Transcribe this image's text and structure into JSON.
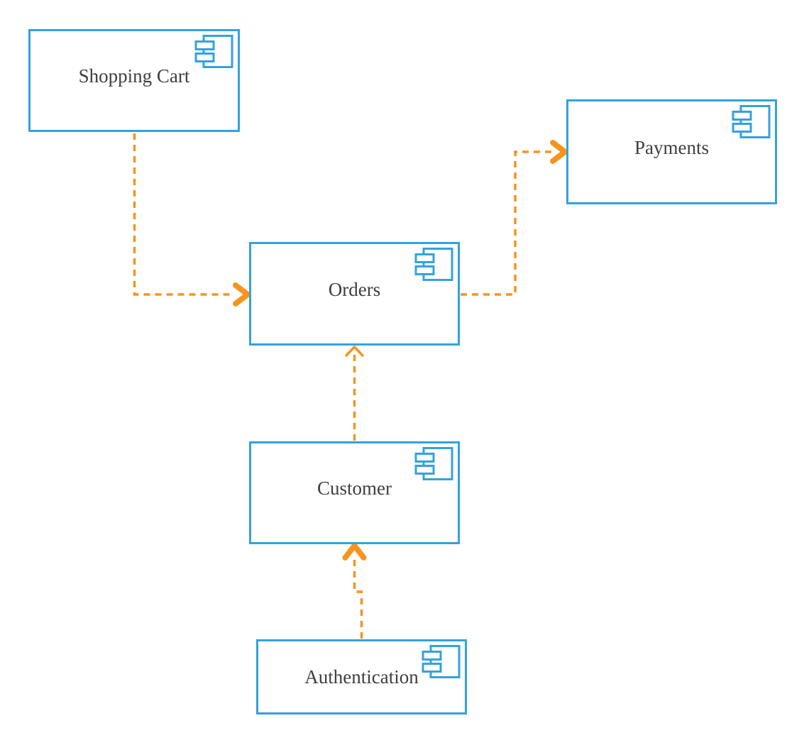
{
  "diagram": {
    "type": "uml-component-diagram",
    "background": "#FFFFFF",
    "components": [
      {
        "name": "Shopping Cart",
        "icon": "uml-component-icon"
      },
      {
        "name": "Payments",
        "icon": "uml-component-icon"
      },
      {
        "name": "Orders",
        "icon": "uml-component-icon"
      },
      {
        "name": "Customer",
        "icon": "uml-component-icon"
      },
      {
        "name": "Authentication",
        "icon": "uml-component-icon"
      }
    ],
    "connections": [
      {
        "from": "Shopping Cart",
        "to": "Orders",
        "line": "dashed",
        "arrowhead": "filled-chevron",
        "enters": "left-middle of Orders"
      },
      {
        "from": "Orders",
        "to": "Payments",
        "line": "dashed",
        "arrowhead": "filled-chevron",
        "enters": "left-middle of Payments"
      },
      {
        "from": "Customer",
        "to": "Orders",
        "line": "dashed",
        "arrowhead": "open",
        "enters": "bottom-center of Orders"
      },
      {
        "from": "Authentication",
        "to": "Customer",
        "line": "dashed",
        "arrowhead": "filled-chevron",
        "enters": "bottom-center of Customer"
      }
    ],
    "colors": {
      "box_border": "#34A2DC",
      "box_fill": "#FFFFFF",
      "connector": "#F6941F",
      "label_text": "#3F3F3F"
    }
  }
}
